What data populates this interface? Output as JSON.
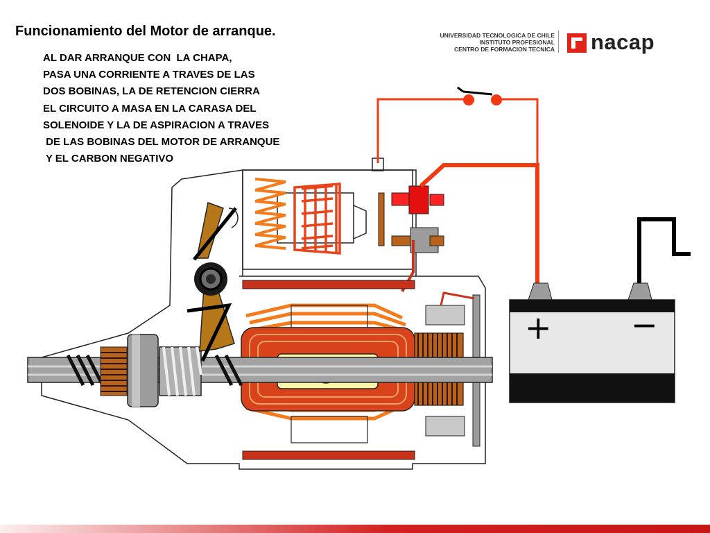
{
  "slide": {
    "title": "Funcionamiento del Motor de arranque.",
    "description_lines": [
      "AL DAR ARRANQUE CON  LA CHAPA,",
      "PASA UNA CORRIENTE A TRAVES DE LAS",
      "DOS BOBINAS, LA DE RETENCION CIERRA",
      "EL CIRCUITO A MASA EN LA CARASA DEL",
      "SOLENOIDE Y LA DE ASPIRACION A TRAVES",
      " DE LAS BOBINAS DEL MOTOR DE ARRANQUE",
      " Y EL CARBON NEGATIVO"
    ]
  },
  "brand": {
    "institution_lines": [
      "UNIVERSIDAD TECNOLOGICA DE CHILE",
      "INSTITUTO PROFESIONAL",
      "CENTRO DE FORMACION TECNICA"
    ],
    "logo_text": "nacap",
    "logo_color": "#e2231a"
  },
  "battery": {
    "positive_label": "+",
    "negative_label": "−"
  },
  "colors": {
    "wire": "#f23a12",
    "coil_orange": "#f47a1a",
    "armature_red": "#d9431b",
    "commutator_copper": "#b8621c",
    "frame_red": "#c8321b",
    "core_yellow": "#fff7a8",
    "bronze_lever": "#b5771a",
    "gray_metal": "#9c9c9c",
    "accent_footer": "#d21f1f"
  }
}
